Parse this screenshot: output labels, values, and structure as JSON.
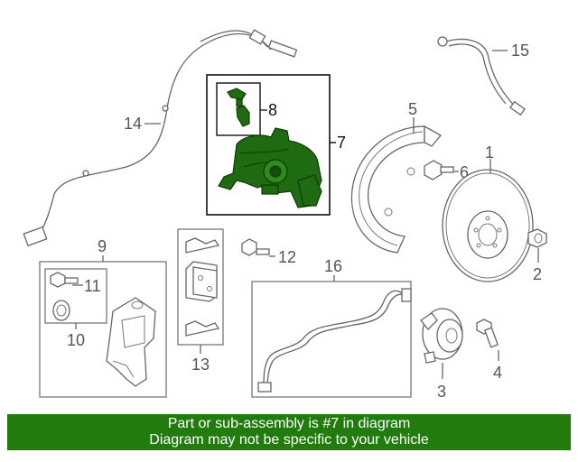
{
  "callouts": {
    "c1": "1",
    "c2": "2",
    "c3": "3",
    "c4": "4",
    "c5": "5",
    "c6": "6",
    "c7": "7",
    "c8": "8",
    "c9": "9",
    "c10": "10",
    "c11": "11",
    "c12": "12",
    "c13": "13",
    "c14": "14",
    "c15": "15",
    "c16": "16"
  },
  "banner": {
    "line1": "Part or sub-assembly is #7 in diagram",
    "line2": "Diagram may not be specific to your vehicle"
  },
  "colors": {
    "highlight": "#1f6b12",
    "banner_bg": "#217c0d",
    "banner_text": "#ffffff"
  }
}
